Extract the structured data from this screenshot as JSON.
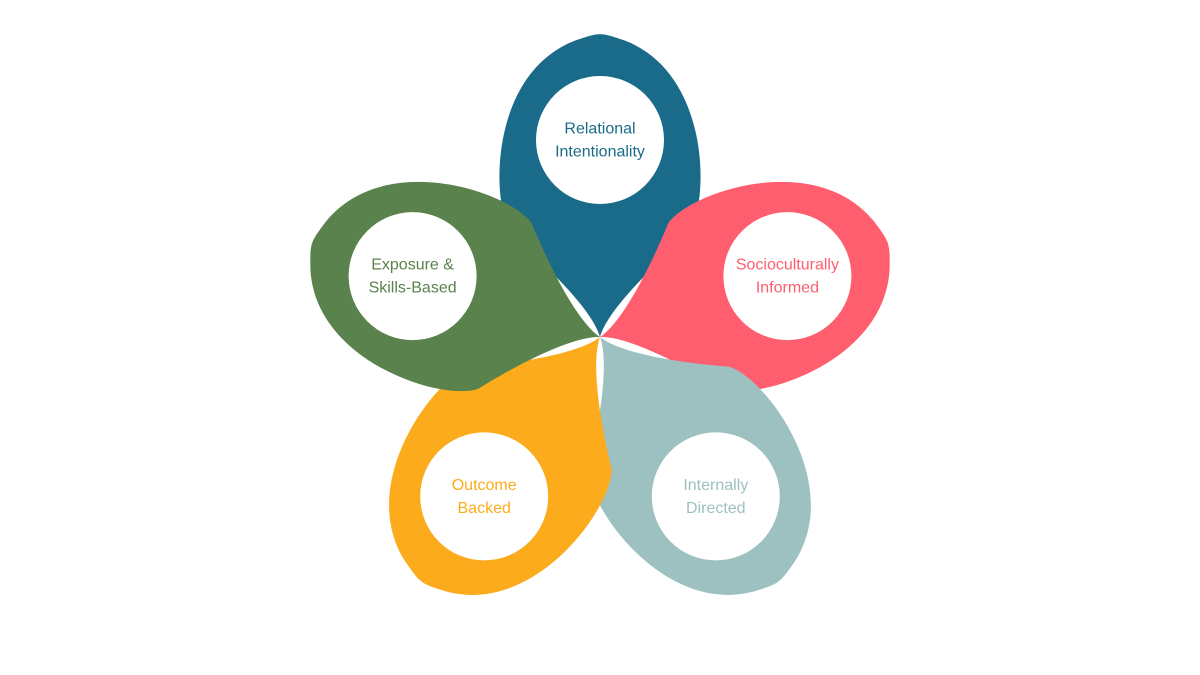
{
  "diagram": {
    "petals": [
      {
        "id": "relational",
        "color": "#1a6b8a",
        "lines": [
          "Relational",
          "Intentionality"
        ]
      },
      {
        "id": "socioculturally",
        "color": "#ff5e6e",
        "lines": [
          "Socioculturally",
          "Informed"
        ]
      },
      {
        "id": "internally",
        "color": "#9dc1c0",
        "lines": [
          "Internally",
          "Directed"
        ]
      },
      {
        "id": "outcome",
        "color": "#fcab1c",
        "lines": [
          "Outcome",
          "Backed"
        ]
      },
      {
        "id": "exposure",
        "color": "#5a824c",
        "lines": [
          "Exposure &",
          "Skills-Based"
        ]
      }
    ]
  }
}
